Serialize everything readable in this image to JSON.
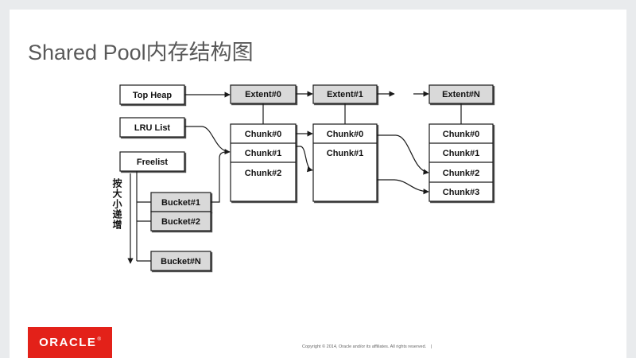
{
  "slide": {
    "title": "Shared Pool内存结构图",
    "copyright": "Copyright © 2014, Oracle and/or its affiliates. All rights reserved.",
    "copyright_separator": "|"
  },
  "logo": {
    "text": "ORACLE",
    "registered": "®"
  },
  "diagram": {
    "top_heap": "Top Heap",
    "lru_list": "LRU List",
    "freelist": "Freelist",
    "size_order_note": "按大小递增",
    "buckets": [
      "Bucket#1",
      "Bucket#2",
      "Bucket#N"
    ],
    "extents": [
      {
        "label": "Extent#0",
        "chunks": [
          "Chunk#0",
          "Chunk#1",
          "Chunk#2"
        ]
      },
      {
        "label": "Extent#1",
        "chunks": [
          "Chunk#0",
          "Chunk#1"
        ]
      },
      {
        "label": "Extent#N",
        "chunks": [
          "Chunk#0",
          "Chunk#1",
          "Chunk#2",
          "Chunk#3"
        ]
      }
    ]
  },
  "colors": {
    "frame": "#e9ebed",
    "slide": "#ffffff",
    "title": "#595959",
    "box_gray": "#d9d9d9",
    "logo_red": "#e32119"
  }
}
